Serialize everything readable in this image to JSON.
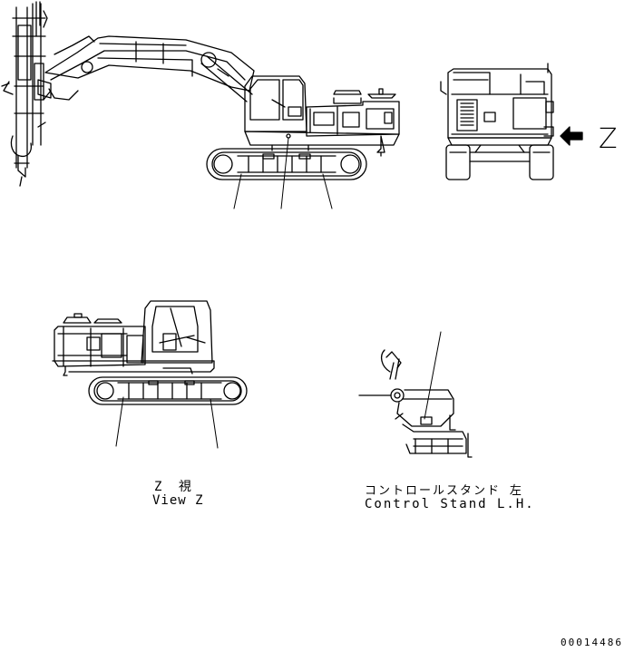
{
  "view_z_arrow_label": "Z",
  "view_z_caption_jp": "Z 視",
  "view_z_caption_en": "View Z",
  "control_stand_caption_jp": "コントロールスタンド 左",
  "control_stand_caption_en": "Control Stand L.H.",
  "drawing_number": "00014486"
}
